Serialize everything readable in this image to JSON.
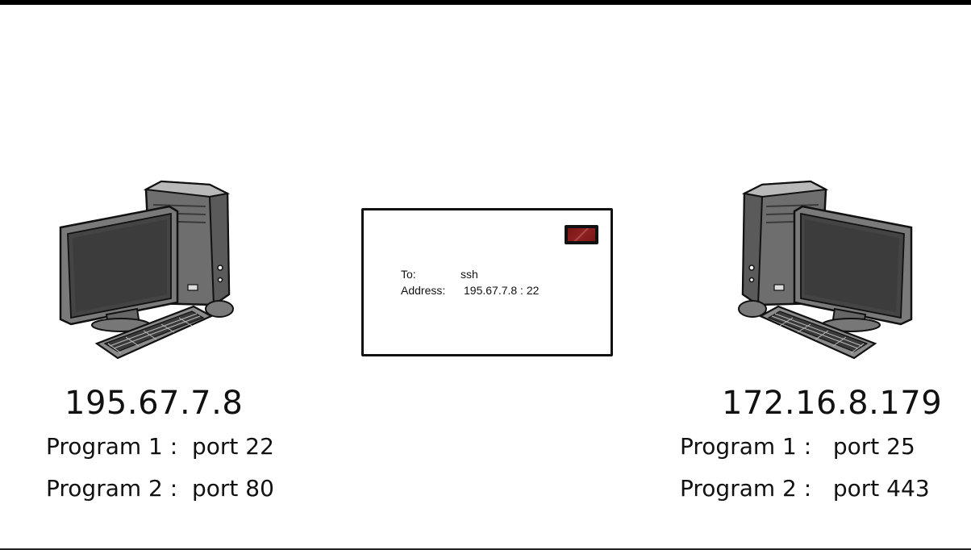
{
  "envelope": {
    "to_label": "To:",
    "to_value": "ssh",
    "address_label": "Address:",
    "address_value": "195.67.7.8 : 22"
  },
  "left_host": {
    "ip": "195.67.7.8",
    "programs": [
      "Program 1 :  port 22",
      "Program 2 :  port 80"
    ]
  },
  "right_host": {
    "ip": "172.16.8.179",
    "programs": [
      "Program 1 :   port 25",
      "Program 2 :   port 443"
    ]
  },
  "icons": [
    "desktop-computer-icon",
    "envelope-icon",
    "stamp-icon"
  ]
}
